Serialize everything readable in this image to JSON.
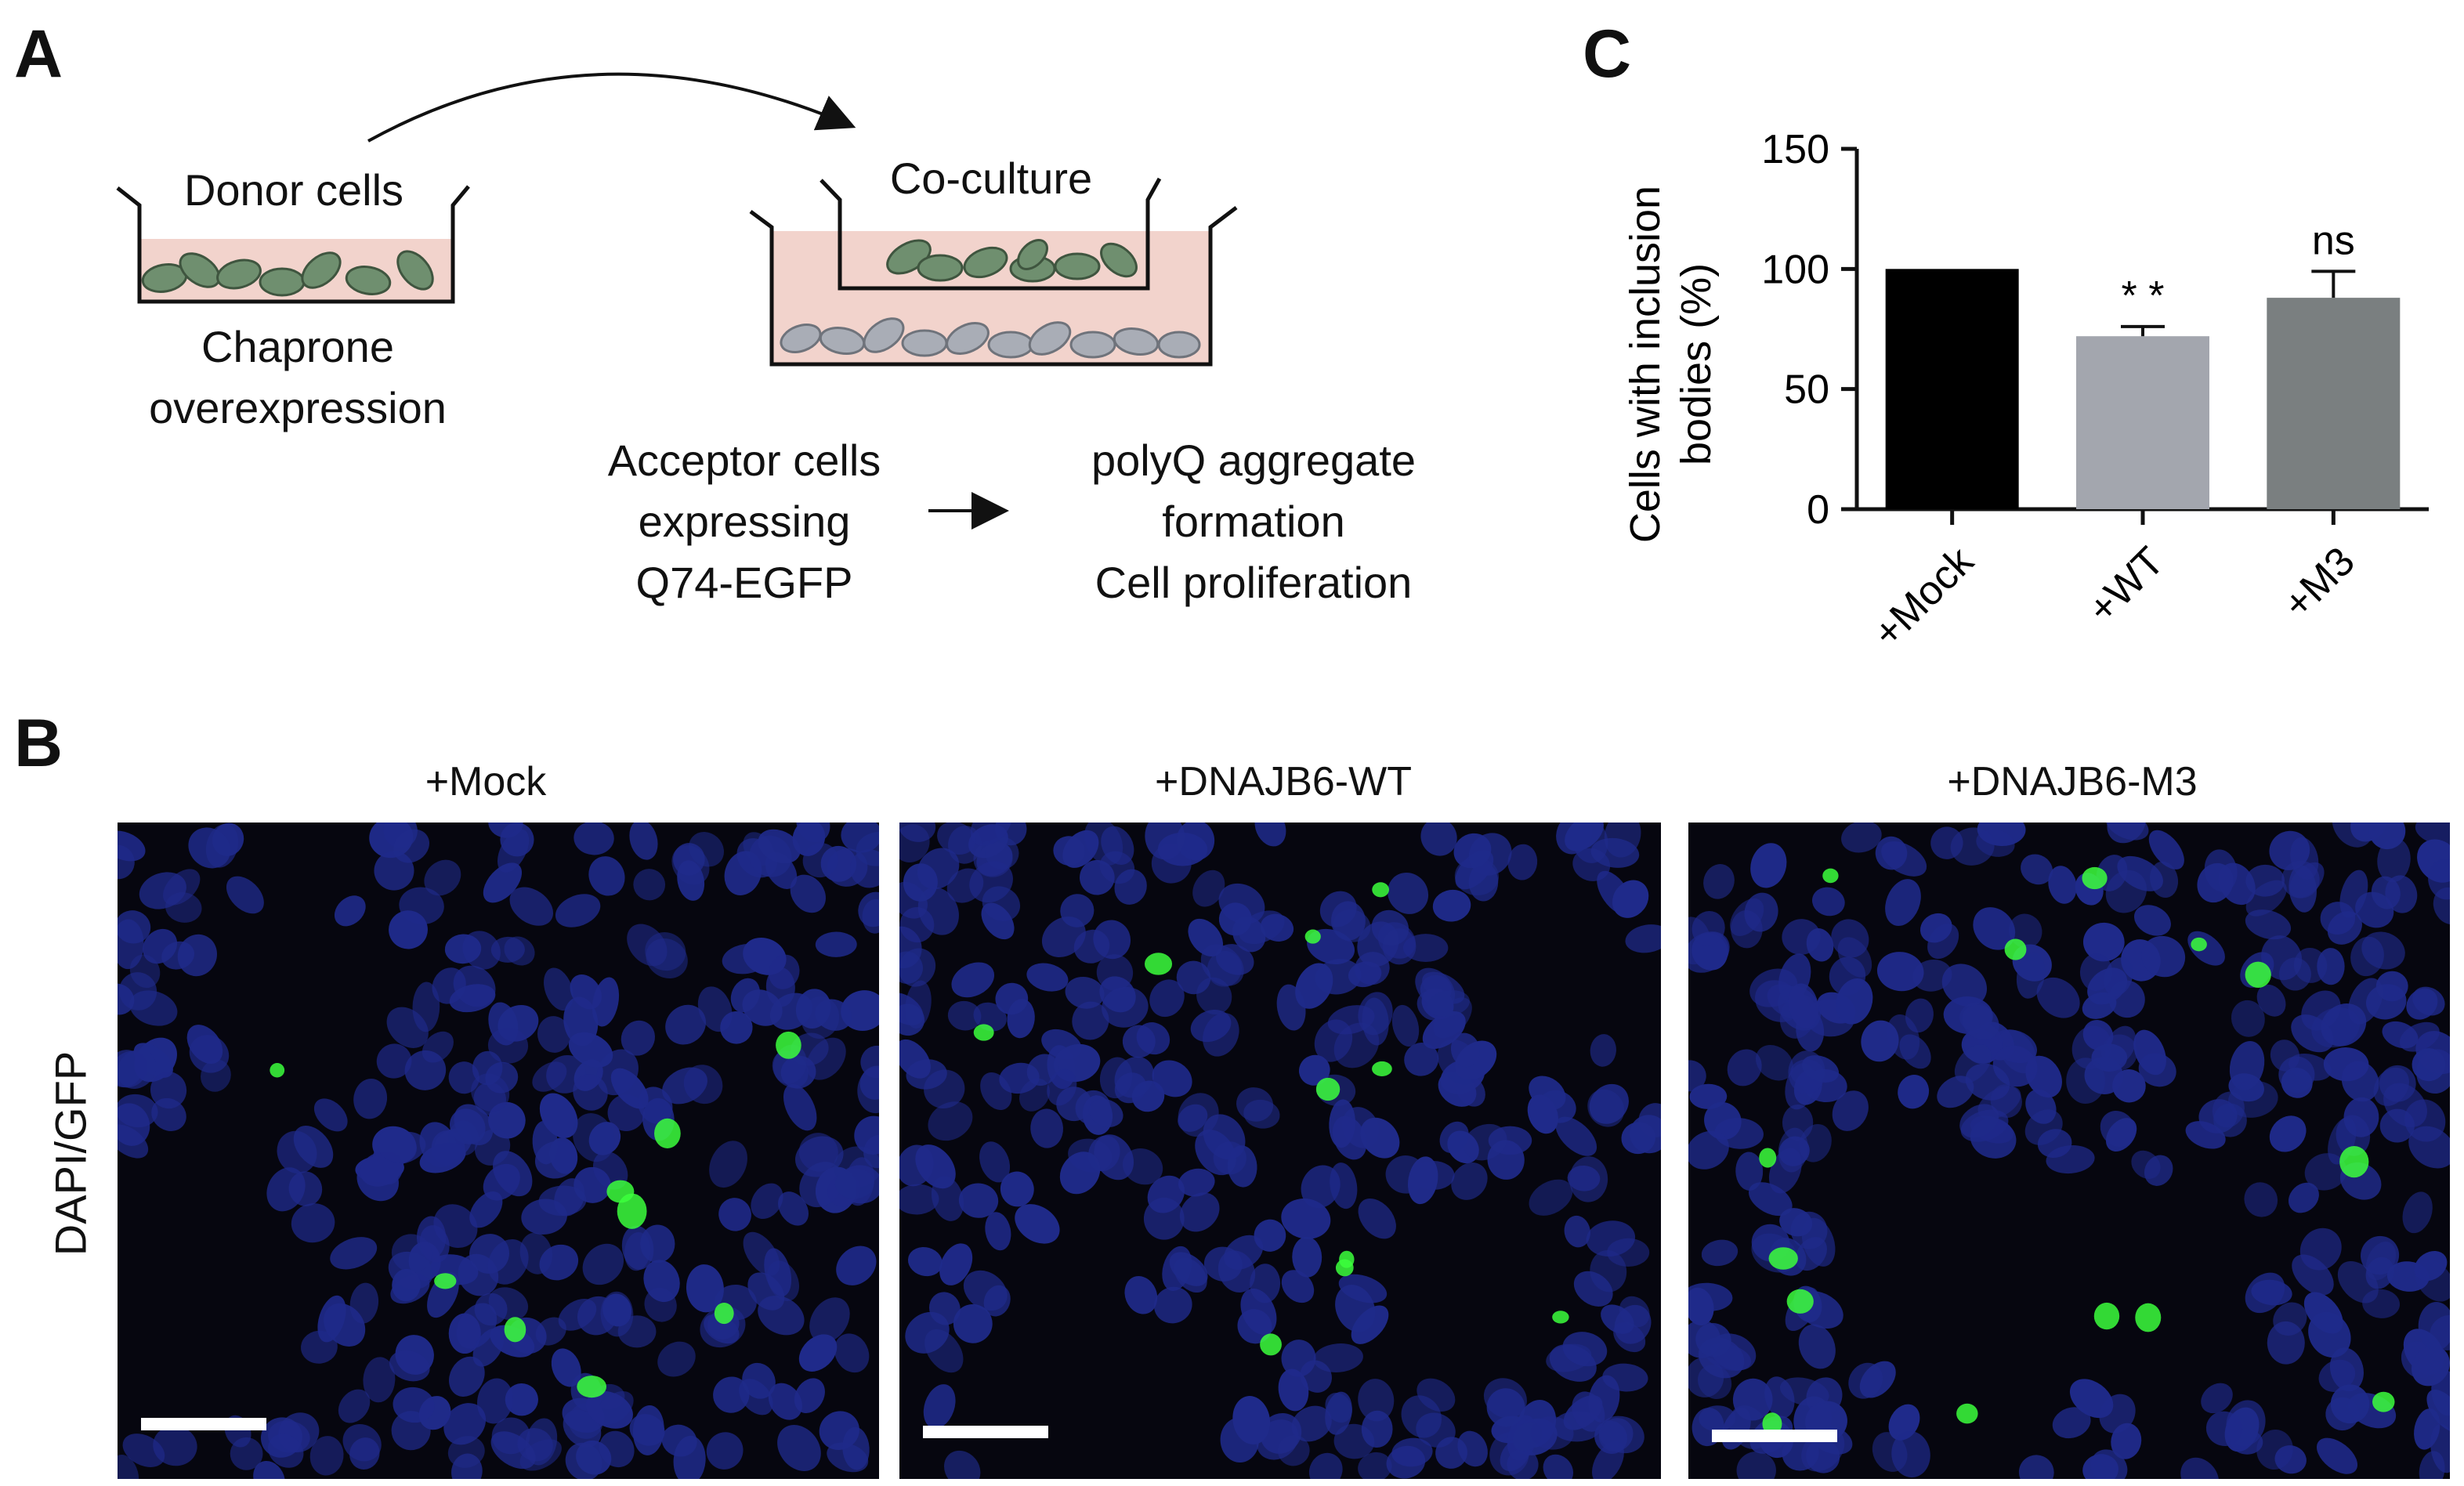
{
  "panels": {
    "A": {
      "letter": "A",
      "donor_label": "Donor cells",
      "chaperone_label_line1": "Chaprone",
      "chaperone_label_line2": "overexpression",
      "coculture_label": "Co-culture",
      "acceptor_line1": "Acceptor cells",
      "acceptor_line2": "expressing",
      "acceptor_line3": "Q74-EGFP",
      "outcome_line1": "polyQ aggregate",
      "outcome_line2": "formation",
      "outcome_line3": "Cell proliferation"
    },
    "B": {
      "letter": "B",
      "row_label": "DAPI/GFP",
      "columns": [
        "+Mock",
        "+DNAJB6-WT",
        "+DNAJB6-M3"
      ]
    },
    "C": {
      "letter": "C"
    }
  },
  "colors": {
    "donor_cell": "#6f8f6f",
    "acceptor_cell": "#a9adb6",
    "medium": "#f2d3cc",
    "nuclei": "#1f2a8a",
    "inclusion": "#3cff3c",
    "bar_mock": "#000000",
    "bar_wt": "#a3a6ae",
    "bar_m3": "#7a7f80"
  },
  "chart_data": {
    "type": "bar",
    "categories": [
      "+Mock",
      "+WT",
      "+M3"
    ],
    "values": [
      100,
      72,
      88
    ],
    "errors": [
      0,
      4,
      11
    ],
    "significance": [
      "",
      "* *",
      "ns"
    ],
    "ylabel_line1": "Cells with inclusion",
    "ylabel_line2": "bodies (%)",
    "ylim": [
      0,
      150
    ],
    "yticks": [
      0,
      50,
      100,
      150
    ]
  }
}
